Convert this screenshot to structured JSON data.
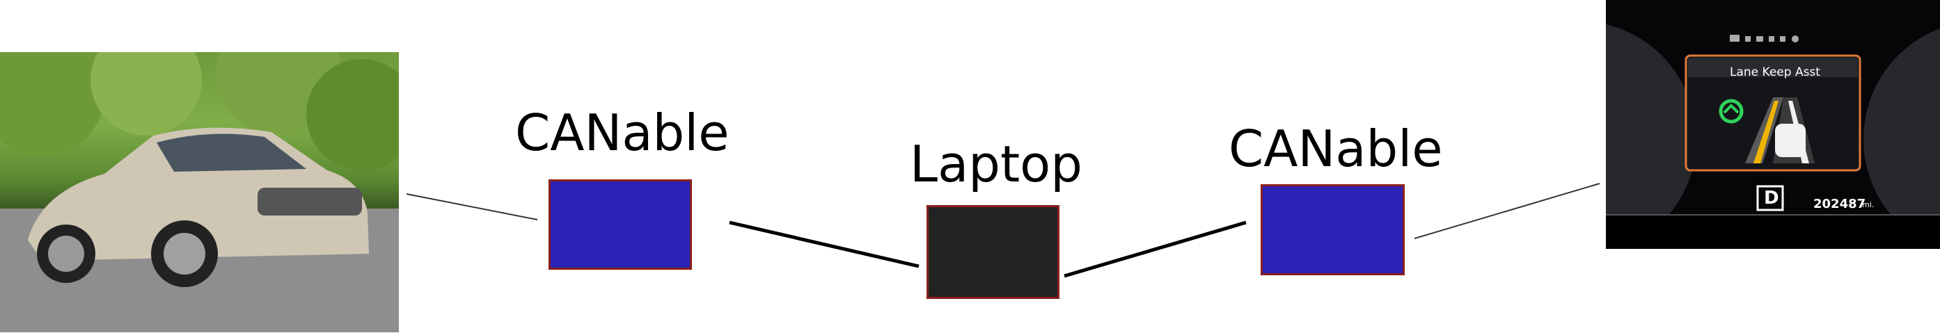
{
  "nodes": {
    "canable_left": {
      "label": "CANable"
    },
    "laptop": {
      "label": "Laptop"
    },
    "canable_right": {
      "label": "CANable"
    }
  },
  "dashboard": {
    "lane_keep_text": "Lane Keep Asst",
    "gear": "D",
    "odometer": "202487",
    "odometer_unit": "mi."
  },
  "colors": {
    "canable_fill": "#2a23b5",
    "laptop_fill": "#232323",
    "box_border": "#8b1d1d",
    "dash_accent": "#e07a3a",
    "lane_icon": "#2fd35b"
  }
}
